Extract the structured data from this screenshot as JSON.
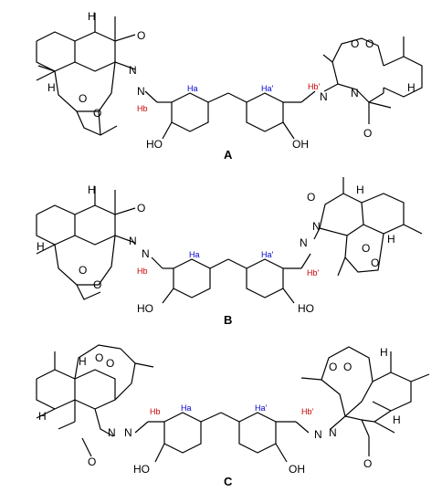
{
  "panels": [
    {
      "label": "A",
      "left": {
        "O_carbonyl": "O",
        "N1": "N",
        "N2": "N",
        "H_ring": "H",
        "O_peroxide": [
          "O",
          "O"
        ]
      },
      "right": {
        "O_carbonyl": "O",
        "N1": "N",
        "N2": "N",
        "H_ring": "H",
        "O_peroxide": [
          "O",
          "O"
        ]
      },
      "phenols": [
        "HO",
        "OH"
      ],
      "proton_labels": {
        "ha": "Ha",
        "ha_prime": "Ha'",
        "hb": "Hb",
        "hb_prime": "Hb'"
      }
    },
    {
      "label": "B",
      "left": {
        "O_carbonyl": "O",
        "N1": "N",
        "N2": "N",
        "H_ring": "H",
        "O_peroxide": [
          "O",
          "O"
        ]
      },
      "right": {
        "O_carbonyl": "O",
        "N1": "N",
        "N2": "N",
        "H_ring": "H",
        "O_peroxide": [
          "O",
          "O"
        ]
      },
      "phenols": [
        "HO",
        "HO"
      ],
      "proton_labels": {
        "ha": "Ha",
        "ha_prime": "Ha'",
        "hb": "Hb",
        "hb_prime": "Hb'"
      }
    },
    {
      "label": "C",
      "left": {
        "O_carbonyl": "O",
        "N1": "N",
        "N2": "N",
        "H_ring": "H",
        "O_peroxide": [
          "O",
          "O"
        ]
      },
      "right": {
        "O_carbonyl": "O",
        "N1": "N",
        "N2": "N",
        "H_ring": "H",
        "O_peroxide": [
          "O",
          "O"
        ]
      },
      "phenols": [
        "HO",
        "OH"
      ],
      "proton_labels": {
        "ha": "Ha",
        "ha_prime": "Ha'",
        "hb": "Hb",
        "hb_prime": "Hb'"
      }
    }
  ]
}
